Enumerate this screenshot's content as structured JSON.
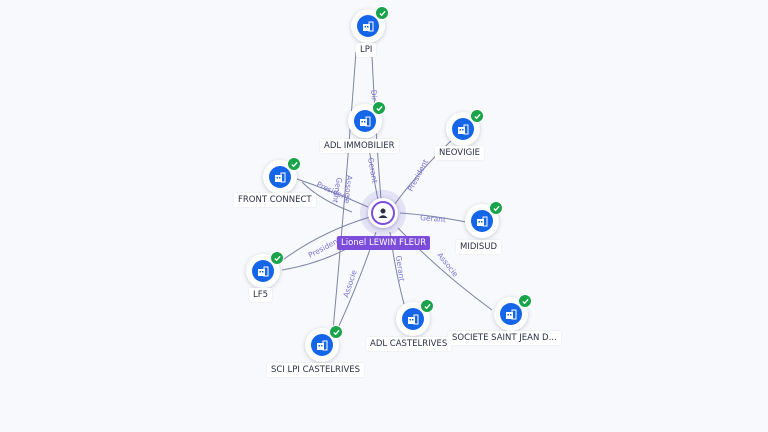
{
  "graph": {
    "center": {
      "name": "Lionel LEWIN FLEUR",
      "icon": "person-icon"
    },
    "nodes": [
      {
        "id": "lpi",
        "label": "LPI",
        "icon": "building-icon",
        "verified": true
      },
      {
        "id": "adl_immobilier",
        "label": "ADL IMMOBILIER",
        "icon": "building-icon",
        "verified": true
      },
      {
        "id": "neovigie",
        "label": "NEOVIGIE",
        "icon": "building-icon",
        "verified": true
      },
      {
        "id": "front_connect",
        "label": "FRONT CONNECT",
        "icon": "building-icon",
        "verified": true
      },
      {
        "id": "midisud",
        "label": "MIDISUD",
        "icon": "building-icon",
        "verified": true
      },
      {
        "id": "lf5",
        "label": "LF5",
        "icon": "building-icon",
        "verified": true
      },
      {
        "id": "adl_castelrives",
        "label": "ADL CASTELRIVES",
        "icon": "building-icon",
        "verified": true
      },
      {
        "id": "societe_saint_jean",
        "label": "SOCIETE SAINT JEAN D...",
        "icon": "building-icon",
        "verified": true
      },
      {
        "id": "sci_lpi_castelrives",
        "label": "SCI LPI CASTELRIVES",
        "icon": "building-icon",
        "verified": true
      }
    ],
    "edges": [
      {
        "label": "Dir"
      },
      {
        "label": "Gerant"
      },
      {
        "label": "Associe"
      },
      {
        "label": "Gerant"
      },
      {
        "label": "President"
      },
      {
        "label": "President"
      },
      {
        "label": "Gerant"
      },
      {
        "label": "President"
      },
      {
        "label": "Gerant"
      },
      {
        "label": "Associe"
      },
      {
        "label": "Associe"
      }
    ],
    "colors": {
      "company": "#1565e8",
      "verified": "#19a34a",
      "person": "#7c4ddb",
      "edge": "#7d83a3",
      "edge_label": "#7a74d1"
    }
  }
}
